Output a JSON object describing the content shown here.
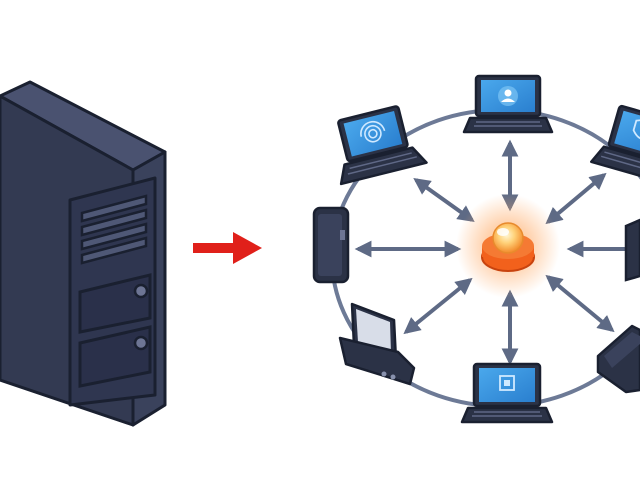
{
  "diagram": {
    "left": {
      "component": "server-tower",
      "drive_bays": 2,
      "vent_slots": 4
    },
    "connector": {
      "type": "arrow",
      "direction": "right",
      "color": "#e0201a"
    },
    "right": {
      "component": "star-network",
      "hub": "glowing-orange-central-node",
      "ring_color": "#6d7a96",
      "arrow_color": "#5e6a85",
      "arrow_style": "bidirectional",
      "arrow_count": 8,
      "devices": [
        {
          "type": "laptop",
          "icon": "user-icon",
          "position": "top"
        },
        {
          "type": "laptop",
          "icon": "shield-icon",
          "position": "top-right"
        },
        {
          "type": "box-device",
          "position": "right",
          "cropped": true
        },
        {
          "type": "box-device",
          "position": "bottom-right",
          "cropped": true
        },
        {
          "type": "laptop",
          "icon": "app-square-icon",
          "position": "bottom"
        },
        {
          "type": "docked-tablet",
          "position": "bottom-left"
        },
        {
          "type": "phone",
          "position": "left"
        },
        {
          "type": "laptop",
          "icon": "fingerprint-icon",
          "position": "top-left"
        }
      ]
    },
    "palette": {
      "device_body": "#2b3246",
      "device_outline": "#1a2030",
      "screen": "#2f8ed8",
      "server_face": "#333a52",
      "hub": "#f2611c"
    }
  }
}
